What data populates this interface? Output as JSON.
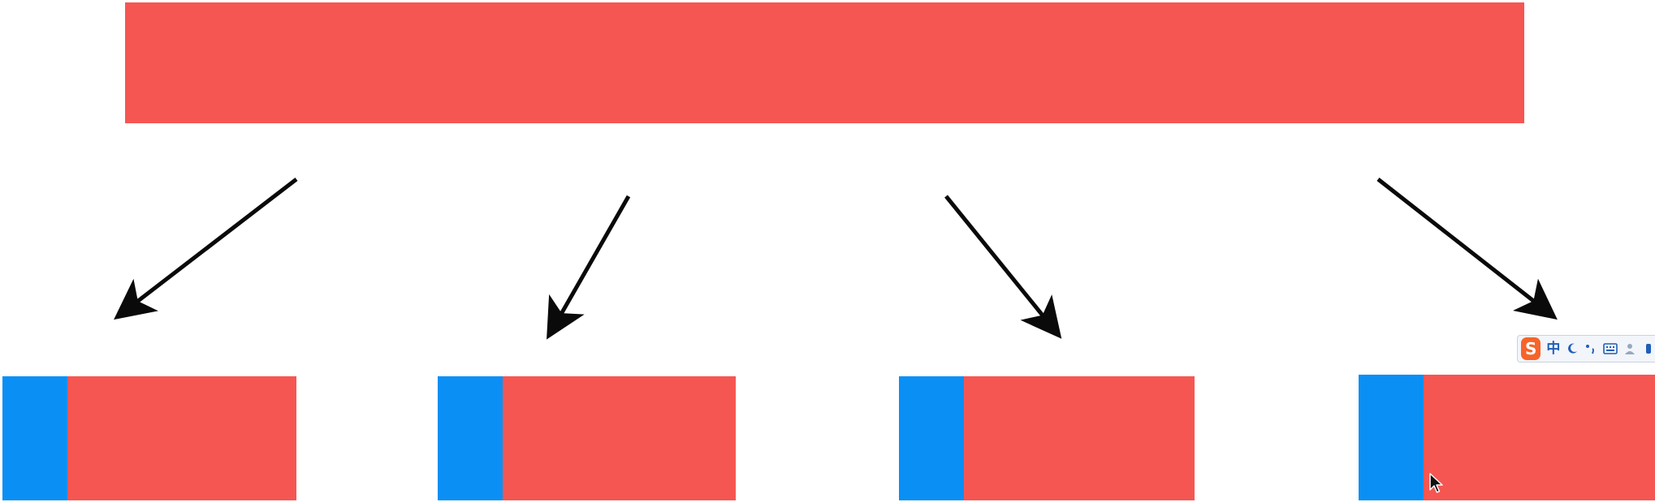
{
  "colors": {
    "red": "#f65652",
    "blue": "#0a8ff5",
    "arrow": "#0a0a0a",
    "ime_logo": "#f6642a",
    "ime_text": "#1e5fb8"
  },
  "diagram": {
    "top_block": {
      "color_role": "red"
    },
    "children": [
      {
        "cap_color_role": "blue",
        "body_color_role": "red"
      },
      {
        "cap_color_role": "blue",
        "body_color_role": "red"
      },
      {
        "cap_color_role": "blue",
        "body_color_role": "red"
      },
      {
        "cap_color_role": "blue",
        "body_color_role": "red"
      }
    ],
    "arrow_count": 4
  },
  "ime_toolbar": {
    "logo_letter": "S",
    "mode_label": "中",
    "icons": [
      "moon-icon",
      "punctuation-icon",
      "keyboard-icon",
      "user-icon",
      "more-icon"
    ]
  },
  "cursor": {
    "icon": "mouse-pointer-icon"
  }
}
